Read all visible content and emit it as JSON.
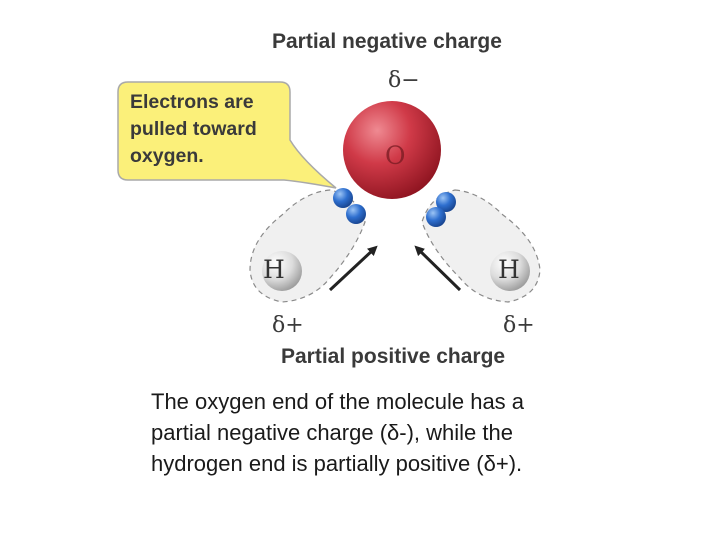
{
  "diagram": {
    "title_top": "Partial negative charge",
    "title_bottom": "Partial positive charge",
    "callout": "Electrons are\npulled toward\noxygen.",
    "oxygen_label": "O",
    "hydrogen_left_label": "H",
    "hydrogen_right_label": "H",
    "delta_negative": "δ−",
    "delta_positive_left": "δ+",
    "delta_positive_right": "δ+",
    "colors": {
      "oxygen": "#c8303d",
      "electron": "#2e6fcf",
      "callout_fill": "#fbf07a",
      "hydrogen": "#dcdcdc"
    }
  },
  "caption": "The oxygen end of the molecule has a\npartial negative charge (δ-), while the\nhydrogen end is partially positive (δ+)."
}
